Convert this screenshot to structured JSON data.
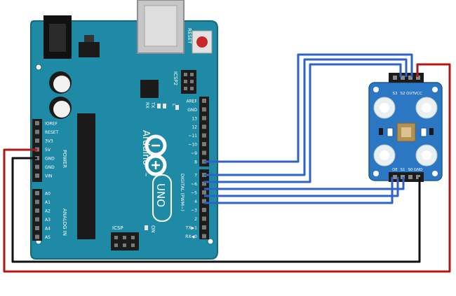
{
  "arduino": {
    "reset_label": "RESET",
    "icsp2_label": "ICSP2",
    "icsp_label": "ICSP",
    "tx_label": "TX",
    "rx_label": "RX",
    "l_label": "L",
    "on_label": "ON",
    "brand": "Arduino",
    "tm": "™",
    "model": "UNO",
    "digital_label": "DIGITAL (PWM~)",
    "power_label": "POWER",
    "analog_label": "ANALOG IN",
    "power_pins": [
      "IOREF",
      "RESET",
      "3V3",
      "5V",
      "GND",
      "GND",
      "VIN"
    ],
    "analog_pins": [
      "A0",
      "A1",
      "A2",
      "A3",
      "A4",
      "A5"
    ],
    "digital_pins": [
      "AREF",
      "GND",
      "13",
      "12",
      "~11",
      "~10",
      "~9",
      "8",
      "7",
      "~6",
      "~5",
      "4",
      "~3",
      "2",
      "TX▶1",
      "RX◀0"
    ],
    "colors": {
      "board": "#1f8aa6",
      "board_edge": "#15677c",
      "header": "#1c1c1c"
    }
  },
  "sensor": {
    "top_pins": [
      "S3",
      "S2",
      "OUT",
      "VCC"
    ],
    "bottom_pins": [
      "OE",
      "S1",
      "S0",
      "GND"
    ],
    "colors": {
      "board": "#2c77c4",
      "led": "#e8f0f3"
    }
  },
  "wires": {
    "colors": {
      "signal": "#2f62c8",
      "power": "#b01818",
      "ground": "#111111"
    }
  }
}
